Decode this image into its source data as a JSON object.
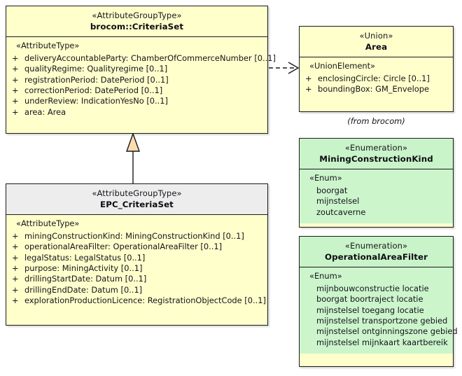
{
  "diagram": {
    "type": "uml-class-diagram",
    "background_color": "#ffffff",
    "caption_from_package": "(from brocom)"
  },
  "classes": {
    "criteria_set": {
      "stereotype": "«AttributeGroupType»",
      "name": "brocom::CriteriaSet",
      "header_color": "#ffffcc",
      "body_color": "#ffffcc",
      "compartment_stereotype": "«AttributeType»",
      "attributes": [
        {
          "visibility": "+",
          "signature": "deliveryAccountableParty: ChamberOfCommerceNumber [0..1]"
        },
        {
          "visibility": "+",
          "signature": "qualityRegime: Qualityregime [0..1]"
        },
        {
          "visibility": "+",
          "signature": "registrationPeriod: DatePeriod [0..1]"
        },
        {
          "visibility": "+",
          "signature": "correctionPeriod: DatePeriod [0..1]"
        },
        {
          "visibility": "+",
          "signature": "underReview: IndicationYesNo [0..1]"
        },
        {
          "visibility": "+",
          "signature": "area: Area"
        }
      ]
    },
    "epc_criteria_set": {
      "stereotype": "«AttributeGroupType»",
      "name": "EPC_CriteriaSet",
      "header_color": "#ededed",
      "body_color": "#ffffcc",
      "compartment_stereotype": "«AttributeType»",
      "attributes": [
        {
          "visibility": "+",
          "signature": "miningConstructionKind: MiningConstructionKind [0..1]"
        },
        {
          "visibility": "+",
          "signature": "operationalAreaFilter: OperationalAreaFilter [0..1]"
        },
        {
          "visibility": "+",
          "signature": "legalStatus: LegalStatus [0..1]"
        },
        {
          "visibility": "+",
          "signature": "purpose: MiningActivity [0..1]"
        },
        {
          "visibility": "+",
          "signature": "drillingStartDate: Datum [0..1]"
        },
        {
          "visibility": "+",
          "signature": "drillingEndDate: Datum [0..1]"
        },
        {
          "visibility": "+",
          "signature": "explorationProductionLicence: RegistrationObjectCode [0..1]"
        }
      ]
    },
    "area": {
      "stereotype": "«Union»",
      "name": "Area",
      "header_color": "#ffffcc",
      "body_color": "#ffffcc",
      "compartment_stereotype": "«UnionElement»",
      "attributes": [
        {
          "visibility": "+",
          "signature": "enclosingCircle: Circle [0..1]"
        },
        {
          "visibility": "+",
          "signature": "boundingBox: GM_Envelope"
        }
      ]
    },
    "mining_construction_kind": {
      "stereotype": "«Enumeration»",
      "name": "MiningConstructionKind",
      "header_color": "#c9f3c9",
      "body_color": "#ccf5cc",
      "compartment_stereotype": "«Enum»",
      "values": [
        "boorgat",
        "mijnstelsel",
        "zoutcaverne"
      ]
    },
    "operational_area_filter": {
      "stereotype": "«Enumeration»",
      "name": "OperationalAreaFilter",
      "header_color": "#c9f3c9",
      "body_color": "#ccf5cc",
      "compartment_stereotype": "«Enum»",
      "values": [
        "mijnbouwconstructie locatie",
        "boorgat boortraject locatie",
        "mijnstelsel toegang locatie",
        "mijnstelsel transportzone gebied",
        "mijnstelsel ontginningszone gebied",
        "mijnstelsel mijnkaart kaartbereik"
      ]
    }
  },
  "connectors": {
    "generalization": {
      "kind": "generalization",
      "from": "EPC_CriteriaSet",
      "to": "brocom::CriteriaSet",
      "arrowhead": "hollow-triangle",
      "arrowhead_fill": "#fbddb0",
      "line_style": "solid"
    },
    "dependency": {
      "kind": "dependency",
      "from": "brocom::CriteriaSet",
      "to": "Area",
      "arrowhead": "open-arrow",
      "line_style": "dashed"
    }
  }
}
